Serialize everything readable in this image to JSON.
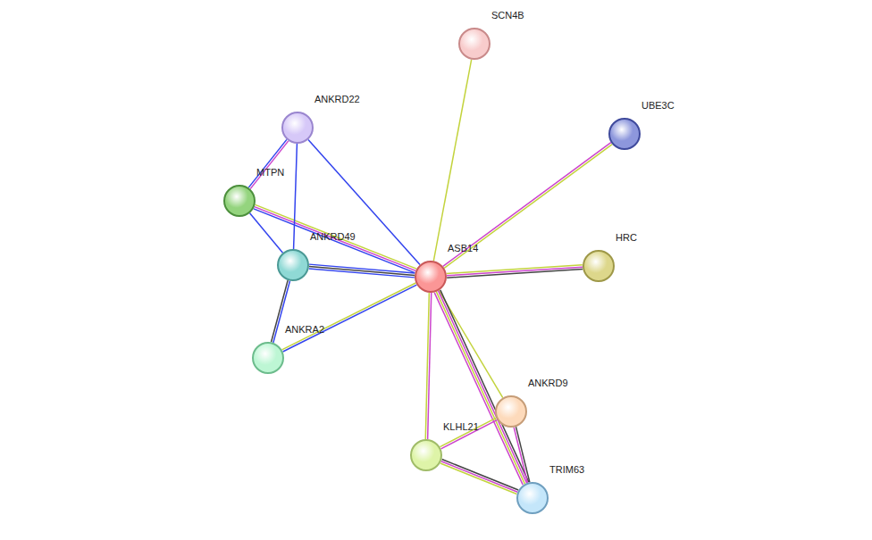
{
  "diagram": {
    "nodes": [
      {
        "text": [
          "SCN4B"
        ]
      },
      {
        "text": [
          "ANKRD22"
        ]
      },
      {
        "text": [
          "UBE3C"
        ]
      },
      {
        "text": [
          "MTPN"
        ]
      },
      {
        "text": [
          "ANKRD49"
        ]
      },
      {
        "text": [
          "ASB14"
        ]
      },
      {
        "text": [
          "HRC"
        ]
      },
      {
        "text": [
          "ANKRA2"
        ]
      },
      {
        "text": [
          "ANKRD9"
        ]
      },
      {
        "text": [
          "KLHL21"
        ]
      },
      {
        "text": [
          "TRIM63"
        ]
      }
    ],
    "edges": [
      {
        "from": 5,
        "to": 0,
        "arrow": "none"
      },
      {
        "from": 5,
        "to": 2,
        "arrow": "none"
      },
      {
        "from": 5,
        "to": 6,
        "arrow": "none"
      },
      {
        "from": 5,
        "to": 1,
        "arrow": "none"
      },
      {
        "from": 5,
        "to": 3,
        "arrow": "none"
      },
      {
        "from": 5,
        "to": 4,
        "arrow": "none"
      },
      {
        "from": 5,
        "to": 7,
        "arrow": "none"
      },
      {
        "from": 5,
        "to": 8,
        "arrow": "none"
      },
      {
        "from": 5,
        "to": 9,
        "arrow": "none"
      },
      {
        "from": 5,
        "to": 10,
        "arrow": "none"
      },
      {
        "from": 1,
        "to": 3,
        "arrow": "none"
      },
      {
        "from": 1,
        "to": 4,
        "arrow": "none"
      },
      {
        "from": 3,
        "to": 4,
        "arrow": "none"
      },
      {
        "from": 4,
        "to": 7,
        "arrow": "none"
      },
      {
        "from": 8,
        "to": 9,
        "arrow": "none"
      },
      {
        "from": 8,
        "to": 10,
        "arrow": "none"
      },
      {
        "from": 9,
        "to": 10,
        "arrow": "none"
      }
    ]
  }
}
